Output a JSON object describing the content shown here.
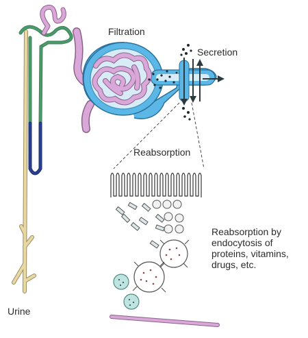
{
  "labels": {
    "filtration": "Filtration",
    "secretion": "Secretion",
    "reabsorption": "Reabsorption",
    "urine": "Urine",
    "endocytosis": [
      "Reabsorption by",
      "endocytosis of",
      "proteins, vitamins,",
      "drugs, etc."
    ]
  },
  "colors": {
    "collecting_duct": "#e8d8a4",
    "loop_of_henle_green": "#4a9a6a",
    "loop_of_henle_blue": "#2b3f8f",
    "convoluted_tubule": "#d9a8d8",
    "bowman_capsule": "#5bb8e6",
    "vesicle": "#bfe3de",
    "arrow": "#2b3a40",
    "text": "#2b2b2b"
  },
  "icons": [
    "arrow-down-icon",
    "arrow-up-icon",
    "arrow-right-icon",
    "vesicle-icon",
    "microvilli-icon"
  ]
}
